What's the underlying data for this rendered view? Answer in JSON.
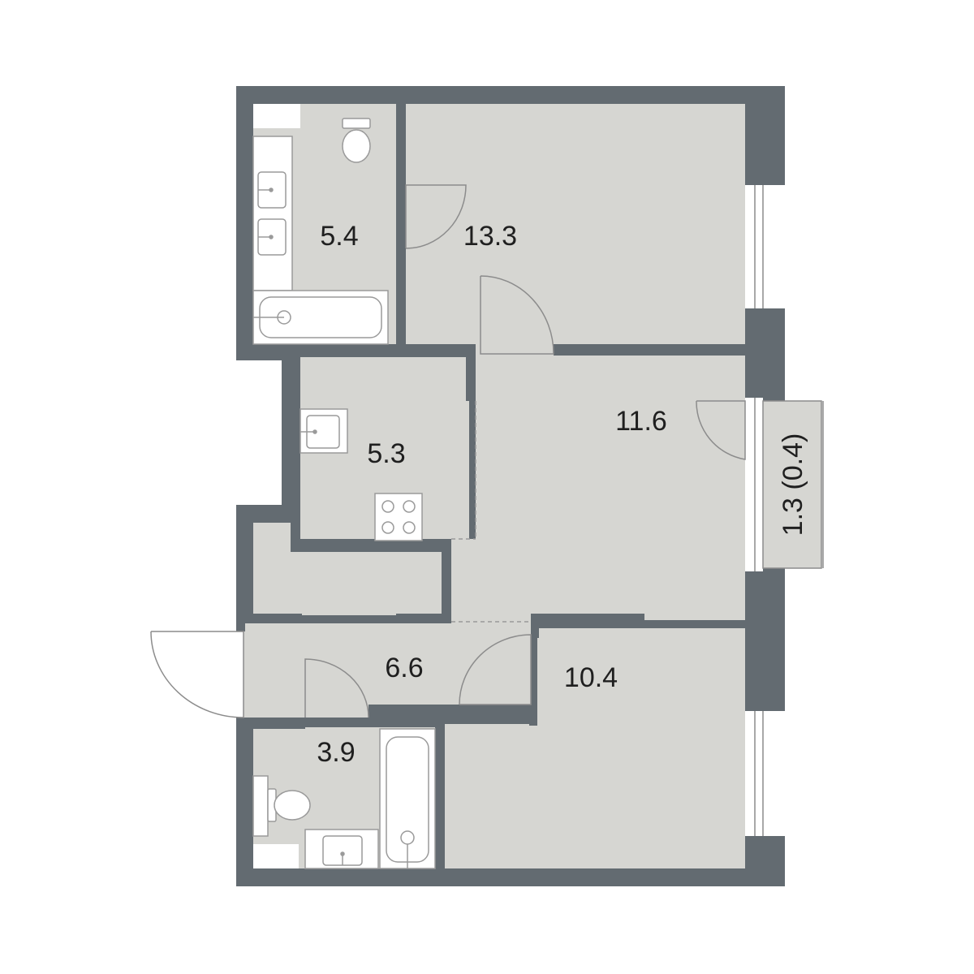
{
  "colors": {
    "wall": "#636b71",
    "floor": "#d6d6d2",
    "fixture_fill": "#ffffff",
    "fixture_stroke": "#9a9a9a",
    "window_line": "#8c8c8c",
    "label": "#1f1f1f"
  },
  "rooms": [
    {
      "id": "bathroom-top",
      "area": "5.4"
    },
    {
      "id": "bedroom-top",
      "area": "13.3"
    },
    {
      "id": "kitchen",
      "area": "5.3"
    },
    {
      "id": "living-room",
      "area": "11.6"
    },
    {
      "id": "balcony",
      "area": "1.3 (0.4)"
    },
    {
      "id": "hallway",
      "area": "6.6"
    },
    {
      "id": "bedroom-bottom",
      "area": "10.4"
    },
    {
      "id": "bathroom-bottom",
      "area": "3.9"
    }
  ],
  "icons": [
    "toilet-icon",
    "sink-icon",
    "bathtub-icon",
    "stove-icon",
    "door-swing-icon",
    "window-icon"
  ]
}
